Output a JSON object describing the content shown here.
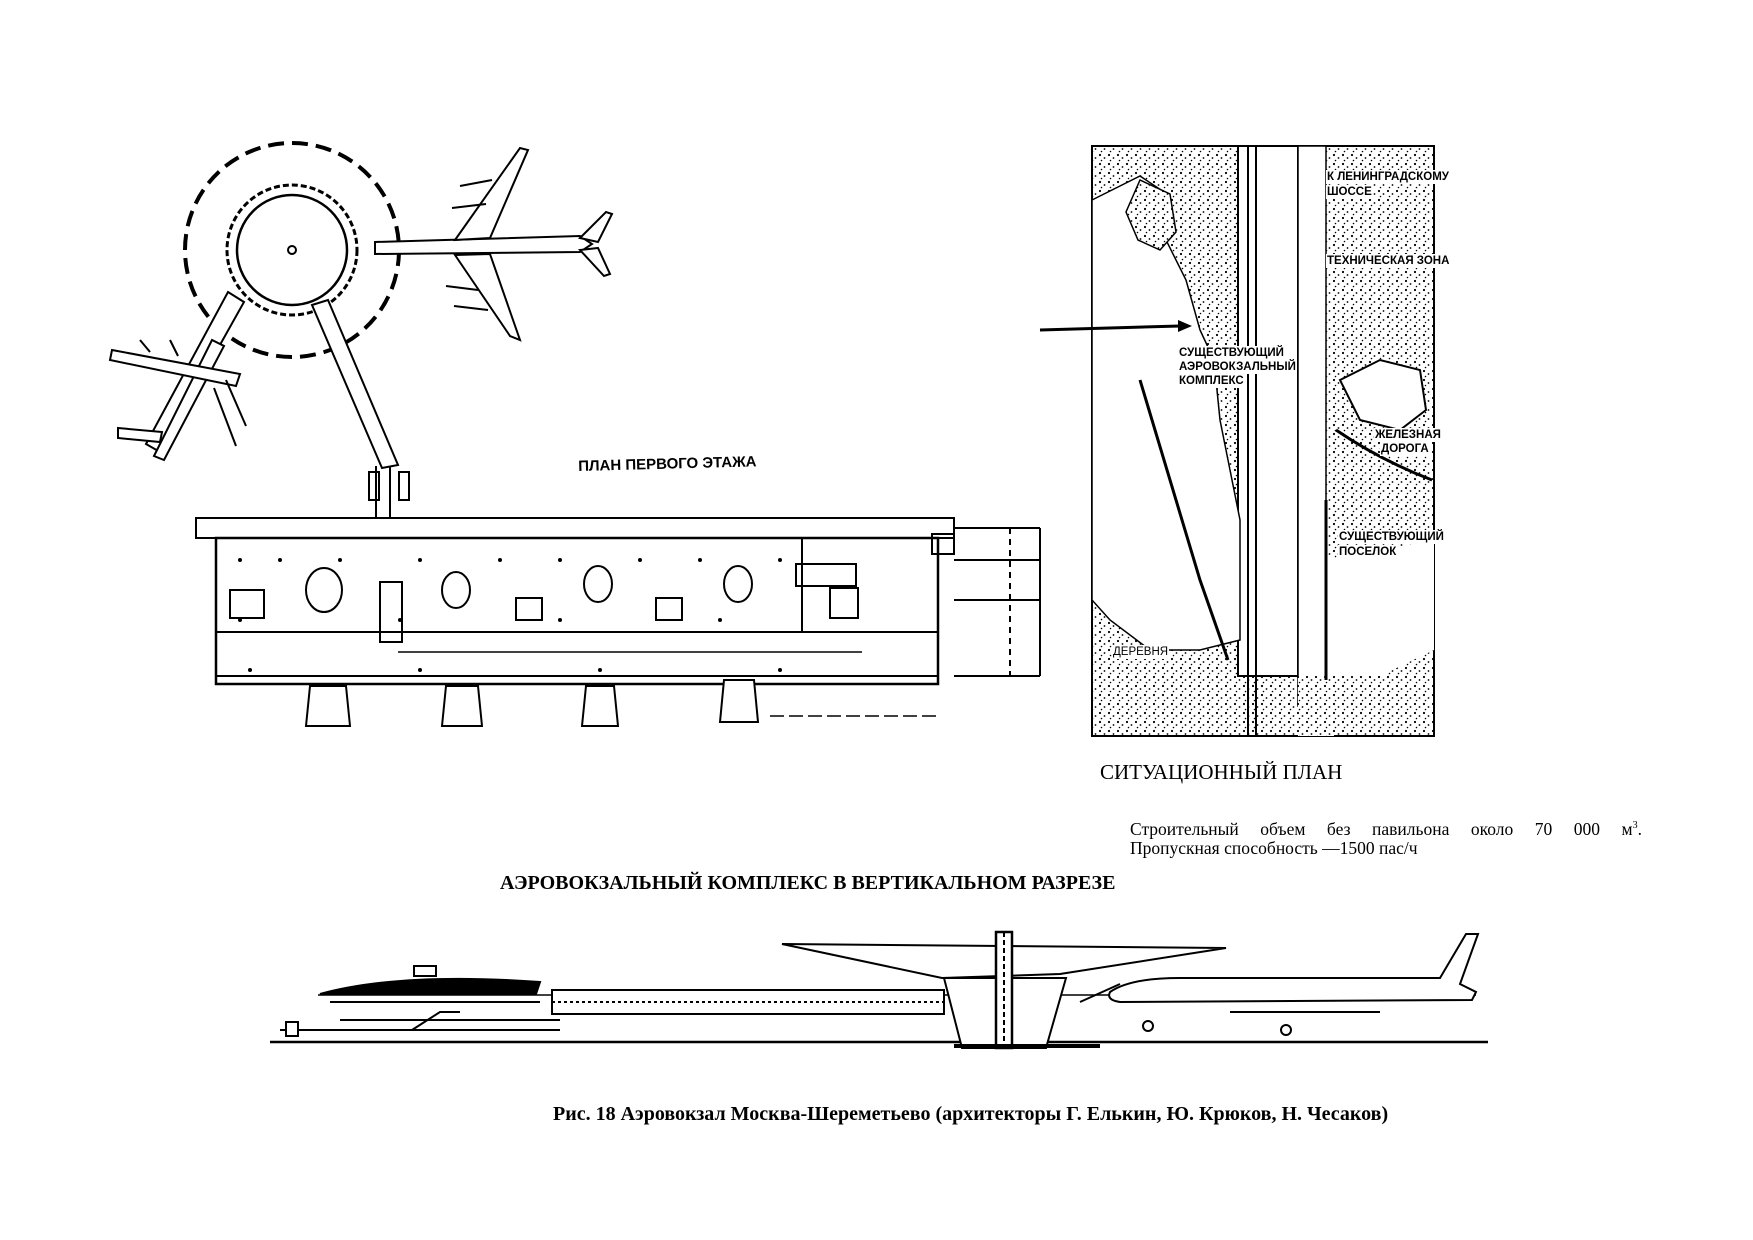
{
  "plan": {
    "title": "ПЛАН ПЕРВОГО ЭТАЖА"
  },
  "site_plan": {
    "title": "СИТУАЦИОННЫЙ ПЛАН",
    "labels": {
      "leningrad_highway_1": "К ЛЕНИНГРАДСКОМУ",
      "leningrad_highway_2": "ШОССЕ",
      "technical_zone": "ТЕХНИЧЕСКАЯ ЗОНА",
      "existing_complex_1": "СУЩЕСТВУЮЩИЙ",
      "existing_complex_2": "АЭРОВОКЗАЛЬНЫЙ",
      "existing_complex_3": "КОМПЛЕКС",
      "railway_1": "ЖЕЛЕЗНАЯ",
      "railway_2": "ДОРОГА",
      "settlement_1": "СУЩЕСТВУЮЩИЙ",
      "settlement_2": "ПОСЕЛОК",
      "village": "ДЕРЕВНЯ"
    }
  },
  "stats": {
    "volume": "Строительный объем без павильона около 70 000 м",
    "volume_sup": "3",
    "volume_end": ".",
    "capacity": "Пропускная способность —1500 пас/ч"
  },
  "section": {
    "title": "АЭРОВОКЗАЛЬНЫЙ КОМПЛЕКС В ВЕРТИКАЛЬНОМ РАЗРЕЗЕ"
  },
  "caption": "Рис. 18 Аэровокзал Москва-Шереметьево (архитекторы Г. Елькин, Ю. Крюков, Н. Чесаков)"
}
